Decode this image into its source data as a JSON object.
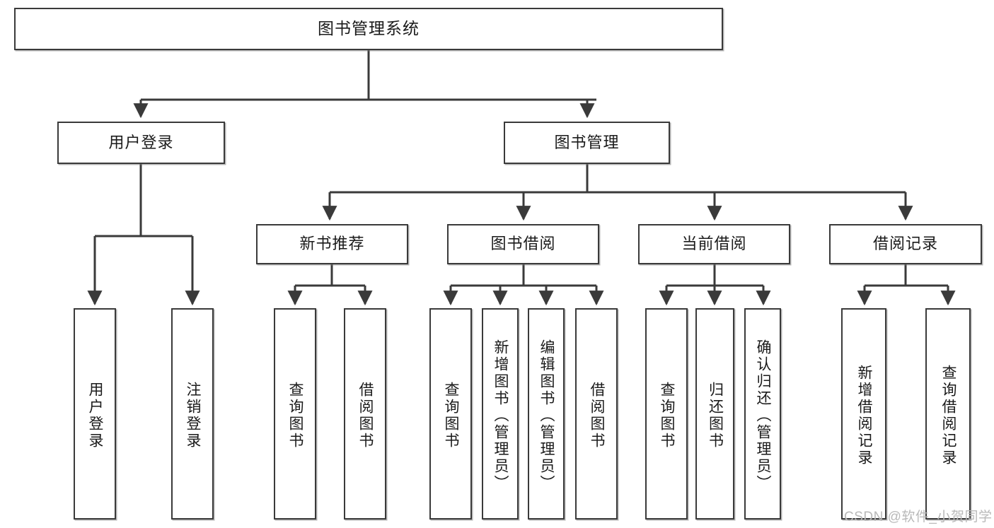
{
  "diagram": {
    "title_node": {
      "label": "图书管理系统"
    },
    "level2": [
      {
        "id": "user-login",
        "label": "用户登录"
      },
      {
        "id": "book-management",
        "label": "图书管理"
      }
    ],
    "level3": [
      {
        "id": "new-book-recommend",
        "label": "新书推荐"
      },
      {
        "id": "book-borrow",
        "label": "图书借阅"
      },
      {
        "id": "current-borrow",
        "label": "当前借阅"
      },
      {
        "id": "borrow-record",
        "label": "借阅记录"
      }
    ],
    "leaves": [
      {
        "id": "leaf-user-login",
        "label": "用户登录",
        "parent": "user-login"
      },
      {
        "id": "leaf-logout-login",
        "label": "注销登录",
        "parent": "user-login"
      },
      {
        "id": "leaf-query-book-1",
        "label": "查询图书",
        "parent": "new-book-recommend"
      },
      {
        "id": "leaf-borrow-book-1",
        "label": "借阅图书",
        "parent": "new-book-recommend"
      },
      {
        "id": "leaf-query-book-2",
        "label": "查询图书",
        "parent": "book-borrow"
      },
      {
        "id": "leaf-add-book",
        "label": "新增图书（管理员）",
        "parent": "book-borrow"
      },
      {
        "id": "leaf-edit-book",
        "label": "编辑图书（管理员）",
        "parent": "book-borrow"
      },
      {
        "id": "leaf-borrow-book-2",
        "label": "借阅图书",
        "parent": "book-borrow"
      },
      {
        "id": "leaf-query-book-3",
        "label": "查询图书",
        "parent": "current-borrow"
      },
      {
        "id": "leaf-return-book",
        "label": "归还图书",
        "parent": "current-borrow"
      },
      {
        "id": "leaf-confirm-return",
        "label": "确认归还（管理员）",
        "parent": "current-borrow"
      },
      {
        "id": "leaf-add-record",
        "label": "新增借阅记录",
        "parent": "borrow-record"
      },
      {
        "id": "leaf-query-record",
        "label": "查询借阅记录",
        "parent": "borrow-record"
      }
    ],
    "watermark": "CSDN @软件_小贺同学",
    "colors": {
      "stroke": "#3a3a3a",
      "fill": "#ffffff",
      "text": "#1a1a1a",
      "watermark": "#b9b9b9"
    }
  }
}
